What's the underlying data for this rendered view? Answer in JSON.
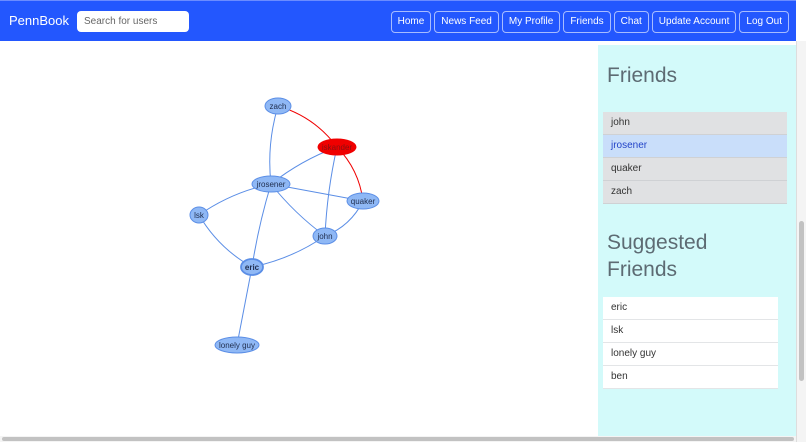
{
  "navbar": {
    "brand": "PennBook",
    "search_placeholder": "Search for users",
    "buttons": [
      "Home",
      "News Feed",
      "My Profile",
      "Friends",
      "Chat",
      "Update Account",
      "Log Out"
    ]
  },
  "graph": {
    "nodes": [
      {
        "id": "zach",
        "label": "zach"
      },
      {
        "id": "iskander",
        "label": "iskander",
        "highlight": true
      },
      {
        "id": "jrosener",
        "label": "jrosener"
      },
      {
        "id": "quaker",
        "label": "quaker"
      },
      {
        "id": "lsk",
        "label": "lsk"
      },
      {
        "id": "john",
        "label": "john"
      },
      {
        "id": "eric",
        "label": "eric",
        "bold": true
      },
      {
        "id": "lonely guy",
        "label": "lonely guy"
      }
    ],
    "edges": [
      [
        "zach",
        "iskander",
        "red"
      ],
      [
        "iskander",
        "quaker",
        "red"
      ],
      [
        "zach",
        "jrosener"
      ],
      [
        "iskander",
        "jrosener"
      ],
      [
        "iskander",
        "john"
      ],
      [
        "jrosener",
        "quaker"
      ],
      [
        "jrosener",
        "lsk"
      ],
      [
        "jrosener",
        "john"
      ],
      [
        "jrosener",
        "eric"
      ],
      [
        "quaker",
        "john"
      ],
      [
        "lsk",
        "eric"
      ],
      [
        "eric",
        "john"
      ],
      [
        "eric",
        "lonely guy"
      ]
    ],
    "colors": {
      "node": "#8fb8f5",
      "node_border": "#5b8ee6",
      "edge": "#5b8ee6",
      "highlight": "#f00000"
    }
  },
  "sidebar": {
    "friends_title": "Friends",
    "friends": [
      "john",
      "jrosener",
      "quaker",
      "zach"
    ],
    "active_friend": "jrosener",
    "suggested_title": "Suggested Friends",
    "suggested": [
      "eric",
      "lsk",
      "lonely guy",
      "ben"
    ]
  }
}
